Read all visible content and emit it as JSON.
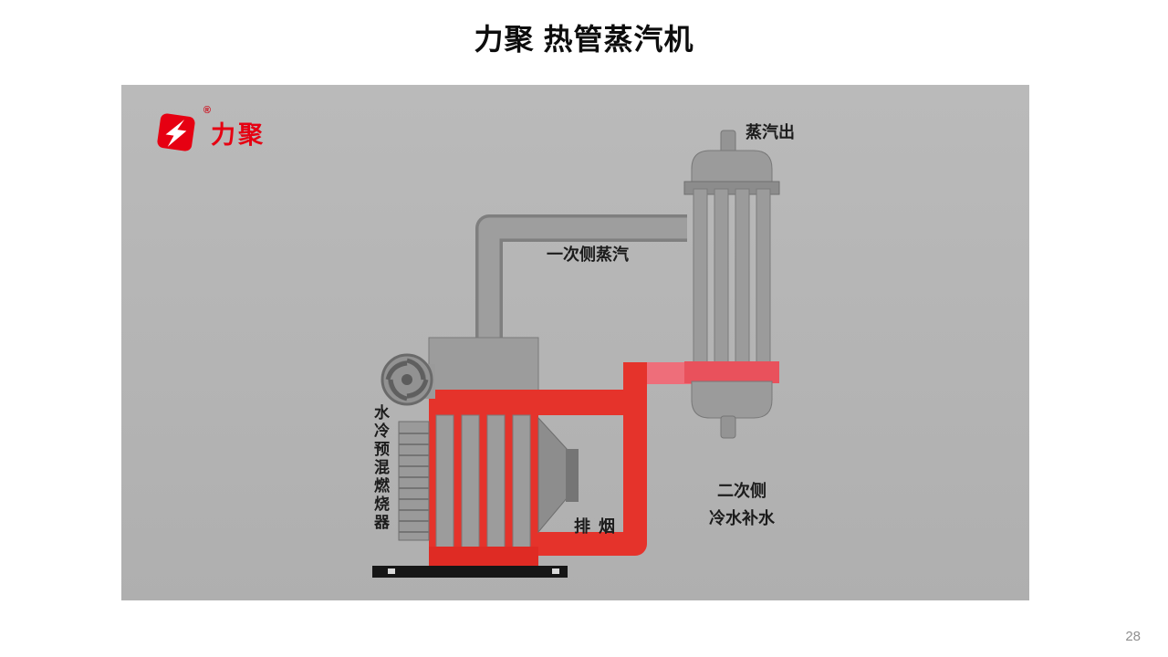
{
  "title": "力聚 热管蒸汽机",
  "page_number": "28",
  "logo": {
    "text": "力聚",
    "registered": "®",
    "brand_color": "#e60012"
  },
  "panel": {
    "background": "#b5b5b5"
  },
  "colors": {
    "equipment_gray": "#9a9a9a",
    "hot_red": "#e5332b",
    "warm_pink": "#ee6e7a",
    "base_black": "#161616"
  },
  "labels": {
    "steam_out": "蒸汽出",
    "primary_steam": "一次侧蒸汽",
    "burner_vertical": "水\n冷\n预\n混\n燃\n烧\n器",
    "exhaust": "排 烟",
    "secondary_water": "二次侧\n冷水补水"
  }
}
